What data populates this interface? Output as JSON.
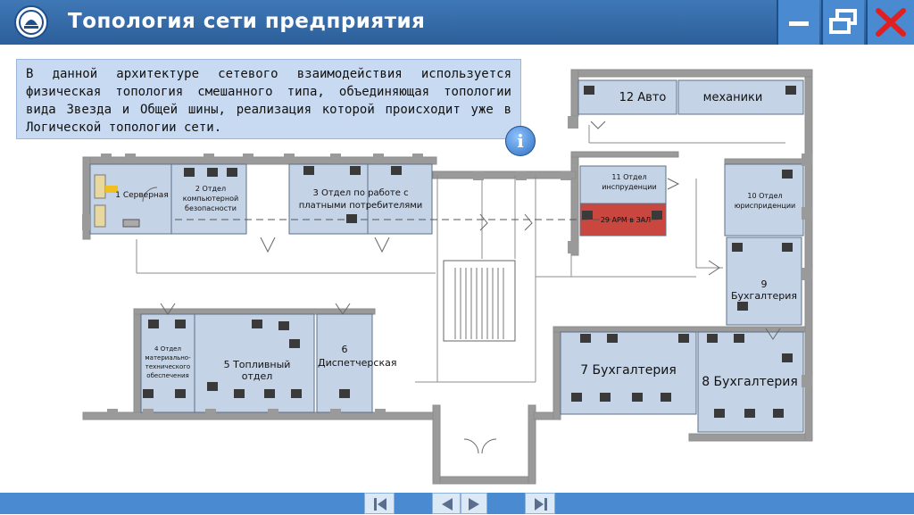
{
  "window": {
    "title": "Топология сети предприятия",
    "controls": [
      "minimize",
      "restore",
      "close"
    ]
  },
  "description": "В данной архитектуре сетевого взаимодействия используется физическая топология смешанного типа, объединяющая топологии вида Звезда и Общей шины, реализация которой происходит уже в Логической топологии сети.",
  "info_icon": "i",
  "floor_plan": {
    "rooms": {
      "r1": "1 Серверная",
      "r2": "2 Отдел компьютерной безопасности",
      "r3": "3 Отдел по работе с платными потребителями",
      "r4": "4 Отдел материально-технического обеспечения",
      "r5": "5 Топливный отдел",
      "r6": "6 Диспетчерская",
      "r7": "7 Бухгалтерия",
      "r8": "8 Бухгалтерия",
      "r9": "9 Бухгалтерия",
      "r10": "10 Отдел юрисприденции",
      "r11": "11 Отдел инспруденции",
      "r12a": "12 Авто",
      "r12b": "механики",
      "arm": "29 АРМ в ЗАЛ"
    },
    "highlight_color": "#c9473f",
    "room_color": "#c5d3e6",
    "wall_color": "#8c8c8c"
  },
  "navigation": {
    "buttons": [
      "first-page",
      "previous",
      "next",
      "last-page"
    ]
  }
}
